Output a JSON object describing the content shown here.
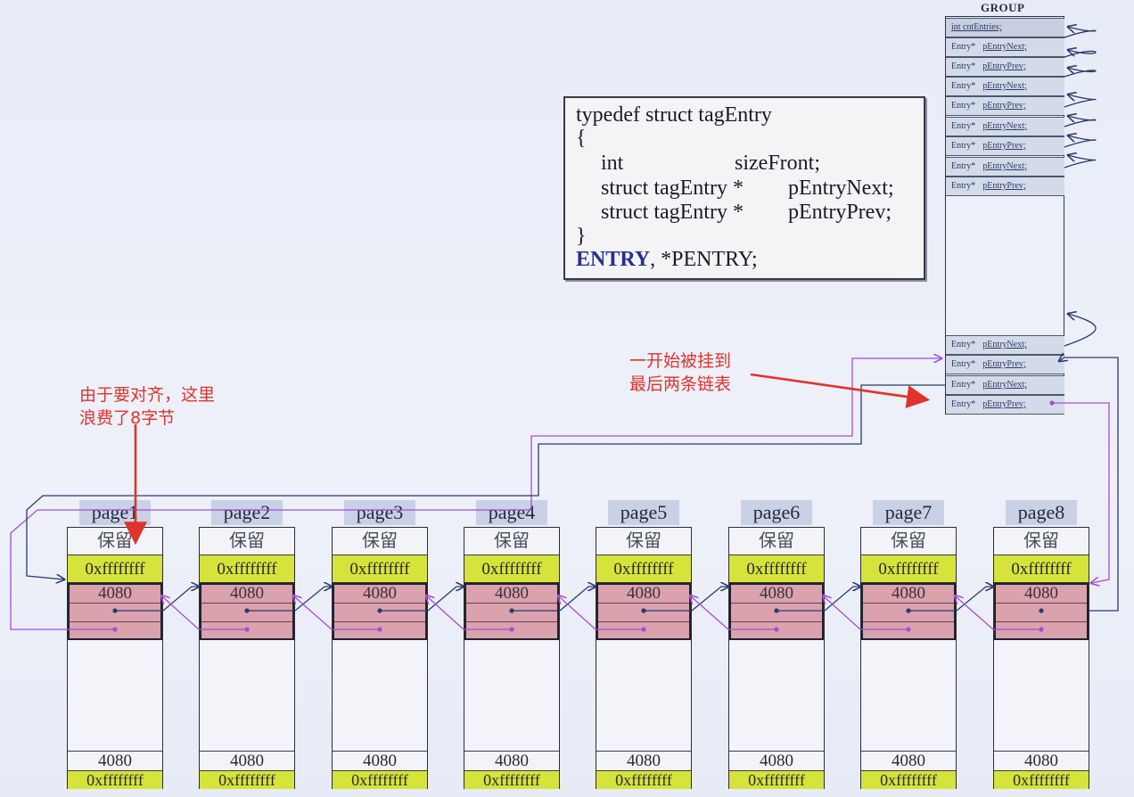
{
  "code": {
    "line1": "typedef struct tagEntry",
    "open_brace": "{",
    "f1_type": "int",
    "f1_name": "sizeFront;",
    "f2_type": "struct tagEntry *",
    "f2_name": "pEntryNext;",
    "f3_type": "struct tagEntry *",
    "f3_name": "pEntryPrev;",
    "close_brace": "}",
    "entry_kw": "ENTRY",
    "entry_rest": ", *PENTRY;"
  },
  "group": {
    "title": "GROUP",
    "header_row": "int  cntEntries;",
    "entry_type": "Entry*",
    "next_field": "pEntryNext;",
    "prev_field": "pEntryPrev;"
  },
  "pages": [
    {
      "label": "page1"
    },
    {
      "label": "page2"
    },
    {
      "label": "page3"
    },
    {
      "label": "page4"
    },
    {
      "label": "page5"
    },
    {
      "label": "page6"
    },
    {
      "label": "page7"
    },
    {
      "label": "page8"
    }
  ],
  "page_cells": {
    "reserved": "保留",
    "sentinel": "0xffffffff",
    "size": "4080",
    "foot_size": "4080",
    "foot_sentinel": "0xffffffff"
  },
  "annotations": {
    "align_note": "由于要对齐，这里\n浪费了8字节",
    "hook_note": "一开始被挂到\n最后两条链表"
  },
  "colors": {
    "sentinel": "#d6e33a",
    "entry": "#d9a2ad",
    "next_link": "#2b3a6e",
    "prev_link": "#a24fd1",
    "annotation": "#e0332b"
  }
}
